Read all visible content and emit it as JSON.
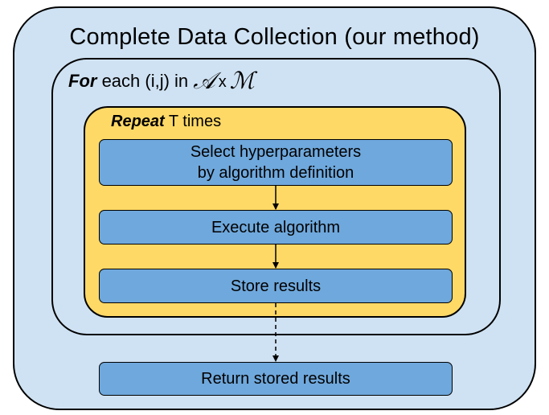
{
  "outer": {
    "title": "Complete Data Collection (our method)"
  },
  "loop": {
    "keyword": "For",
    "text": " each (i,j) in ",
    "set_a": "𝒜",
    "times_symbol": "x",
    "set_m": "ℳ"
  },
  "repeat": {
    "keyword": "Repeat",
    "text": " T times"
  },
  "steps": {
    "select_line1": "Select hyperparameters",
    "select_line2": "by algorithm definition",
    "execute": "Execute algorithm",
    "store": "Store results",
    "return": "Return stored results"
  },
  "colors": {
    "outer_fill": "#cfe2f3",
    "inner_fill": "#ffd966",
    "step_fill": "#6fa8dc"
  }
}
